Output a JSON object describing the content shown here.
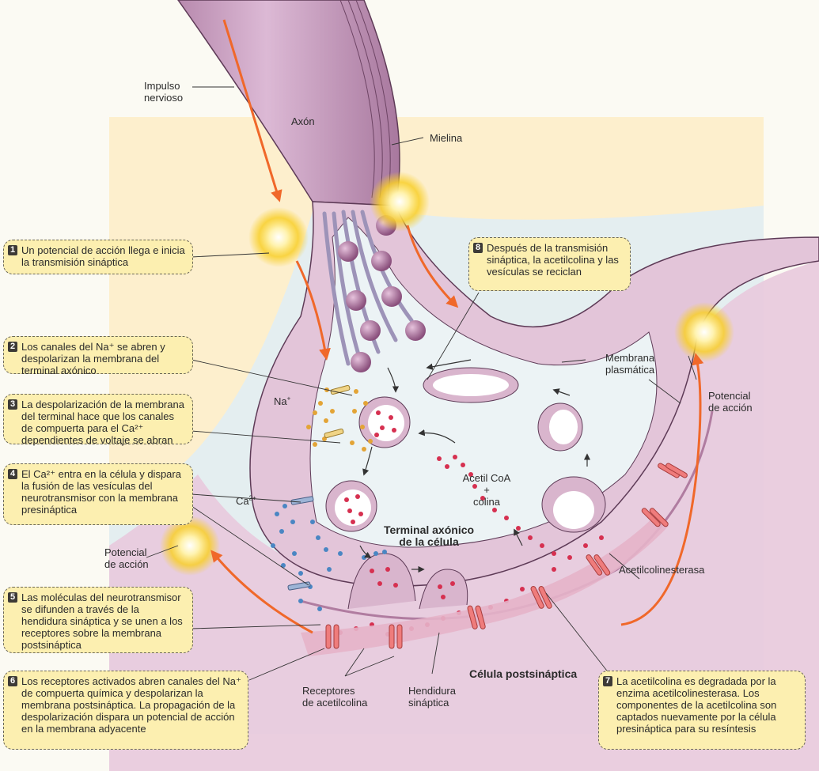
{
  "colors": {
    "page_bg": "#fbfaf3",
    "yellow_panel": "#fdefcd",
    "blue_panel": "#e4eef0",
    "membrane": "#d7a9c7",
    "membrane_dark": "#b07ca0",
    "callout_bg": "#fcefb0",
    "impulse_arrow": "#f0682a",
    "sodium_ion": "#e3a436",
    "calcium_ion": "#4a86c3",
    "acetylcholine": "#d63050",
    "receptor": "#ef7c7c",
    "action_potential_glow": "#f8cf2a"
  },
  "labels": {
    "impulse": "Impulso\nnervioso",
    "axon": "Axón",
    "myelin": "Mielina",
    "sodium": "Na",
    "sodium_sup": "+",
    "calcium": "Ca",
    "calcium_sup": "2+",
    "acetyl_coa": "Acetil CoA",
    "plus": "+",
    "choline": "colina",
    "axon_terminal": "Terminal axónico\nde la célula",
    "plasma_membrane": "Membrana\nplasmática",
    "action_potential_right": "Potencial\nde acción",
    "action_potential_left": "Potencial\nde acción",
    "acetylcholinesterase": "Acetilcolinesterasa",
    "ach_receptors": "Receptores\nde acetilcolina",
    "synaptic_cleft": "Hendidura\nsináptica",
    "postsynaptic_cell": "Célula postsináptica"
  },
  "steps": [
    {
      "n": "1",
      "text": "Un potencial de acción llega e inicia la transmisión sináptica"
    },
    {
      "n": "2",
      "text": "Los canales del Na⁺ se abren y despolarizan la membrana del terminal axónico"
    },
    {
      "n": "3",
      "text": "La despolarización de la membrana del terminal hace que los canales de compuerta para el Ca²⁺ dependientes de voltaje se abran"
    },
    {
      "n": "4",
      "text": "El Ca²⁺ entra en la célula y dispara la fusión de las vesículas del neurotransmisor con la membrana presináptica"
    },
    {
      "n": "5",
      "text": "Las moléculas del neurotransmisor se difunden a través de la hendidura sináptica y se unen a los receptores sobre la membrana postsináptica"
    },
    {
      "n": "6",
      "text": "Los receptores activados abren canales del Na⁺ de compuerta química y despolarizan la membrana postsináptica. La propagación de la despolarización dispara un potencial de acción en la membrana adyacente"
    },
    {
      "n": "7",
      "text": "La acetilcolina es degradada por la enzima acetilcolinesterasa. Los componentes de la acetilcolina son captados nuevamente por la célula presináptica para su resíntesis"
    },
    {
      "n": "8",
      "text": "Después de la transmisión sináptica, la acetilcolina y las vesículas se reciclan"
    }
  ]
}
